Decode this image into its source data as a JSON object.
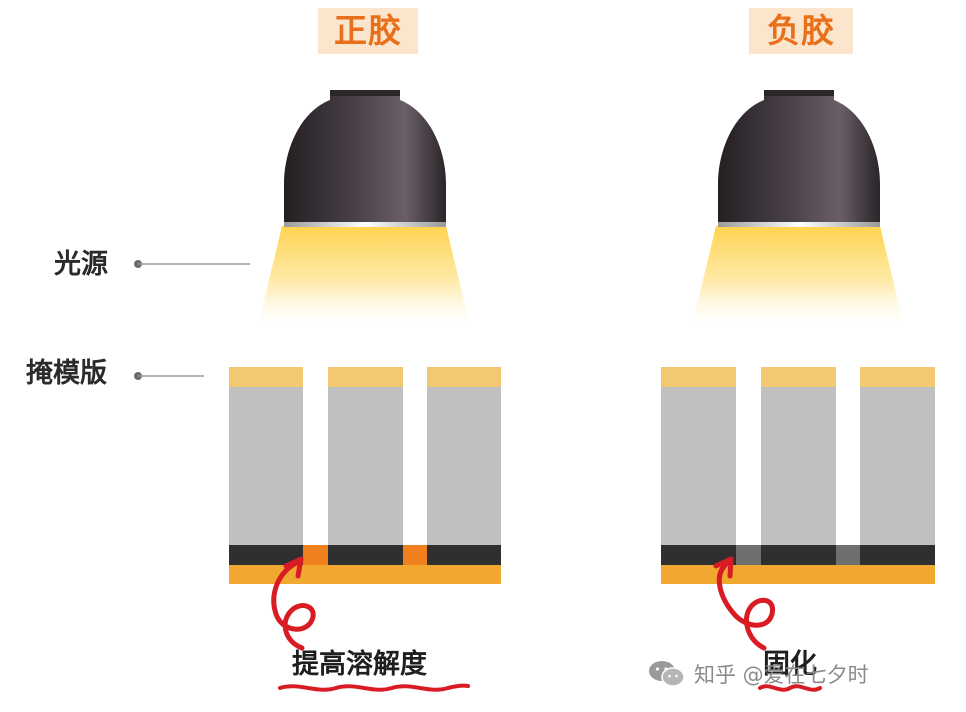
{
  "titles": {
    "positive": "正胶",
    "negative": "负胶"
  },
  "labels": {
    "light_source": "光源",
    "mask": "掩模版"
  },
  "notes": {
    "positive": "提高溶解度",
    "negative": "固化"
  },
  "watermark": {
    "text": "知乎 @爱在七夕时",
    "icon": "wechat-logo"
  },
  "colors": {
    "title_text": "#e8701b",
    "title_bg": "#fbe5cc",
    "lamp_body": "#3a3439",
    "light_beam": "#ffd34d",
    "mask_cap": "#f3c873",
    "mask_block": "#c0c0c0",
    "resist_dark": "#2f2f2f",
    "resist_exposed_positive": "#f07f1e",
    "resist_exposed_negative": "#6f6f6f",
    "substrate": "#f0a830",
    "arrow": "#d91b24"
  }
}
